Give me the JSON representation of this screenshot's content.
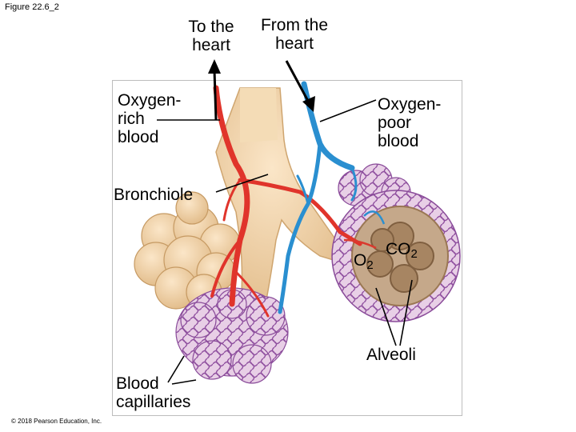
{
  "figure_label": "Figure 22.6_2",
  "copyright": "© 2018 Pearson Education, Inc.",
  "labels": {
    "to_heart": "To the\nheart",
    "from_heart": "From the\nheart",
    "oxygen_rich": "Oxygen-\nrich\nblood",
    "oxygen_poor": "Oxygen-\npoor\nblood",
    "bronchiole": "Bronchiole",
    "alveoli": "Alveoli",
    "blood_capillaries": "Blood\ncapillaries"
  },
  "gases": {
    "o2_main": "O",
    "o2_sub": "2",
    "co2_main": "CO",
    "co2_sub": "2"
  },
  "colors": {
    "oxygen_rich_vessel": "#e0342b",
    "oxygen_poor_vessel": "#2a8fd0",
    "airway": "#f1d3a8",
    "alveoli_sac": "#dcc0e0",
    "capillary_net": "#9a5aa8"
  }
}
